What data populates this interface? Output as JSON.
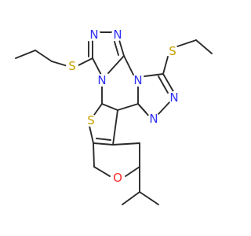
{
  "diagram": {
    "type": "chemical-structure",
    "colors": {
      "bond": "#2b2b2b",
      "N": "#2f2ff5",
      "S": "#c8a000",
      "O": "#ff2a2a",
      "background": "#ffffff"
    },
    "atoms": [
      {
        "id": "S_left_ethyl",
        "symbol": "S"
      },
      {
        "id": "S_right_ethyl",
        "symbol": "S"
      },
      {
        "id": "S_thiophene",
        "symbol": "S"
      },
      {
        "id": "O_pyran",
        "symbol": "O"
      },
      {
        "id": "N_left_1",
        "symbol": "N"
      },
      {
        "id": "N_left_2",
        "symbol": "N"
      },
      {
        "id": "N_left_bridge",
        "symbol": "N"
      },
      {
        "id": "N_center_bridge",
        "symbol": "N"
      },
      {
        "id": "N_right_1",
        "symbol": "N"
      },
      {
        "id": "N_right_2",
        "symbol": "N"
      }
    ]
  }
}
